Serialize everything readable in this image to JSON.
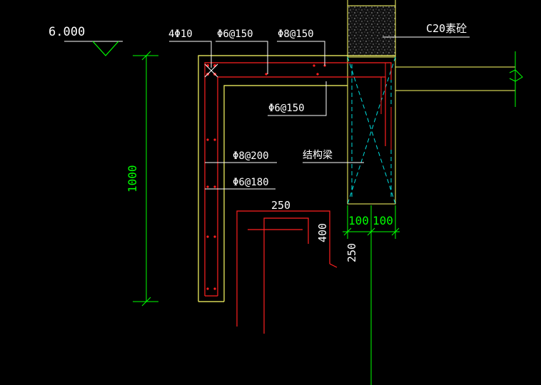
{
  "elevation": {
    "label": "6.000"
  },
  "rebar_labels": {
    "corner_bars": "4Φ10",
    "top_stirrup": "Φ6@150",
    "top_bar": "Φ8@150",
    "inner_bar": "Φ6@150",
    "wall_bar": "Φ8@200",
    "wall_stirrup": "Φ6@180"
  },
  "material": {
    "label": "C20素砼"
  },
  "beam": {
    "label": "结构梁"
  },
  "dimensions": {
    "height": "1000",
    "detail_width": "250",
    "detail_height": "400",
    "lower": "250",
    "col_left": "100",
    "col_right": "100"
  },
  "colors": {
    "background": "#000000",
    "outline": "#ffff66",
    "rebar": "#ff2020",
    "dimension": "#00ff00",
    "text": "#ffffff",
    "hatch": "#00dddd",
    "concrete": "#808080"
  }
}
